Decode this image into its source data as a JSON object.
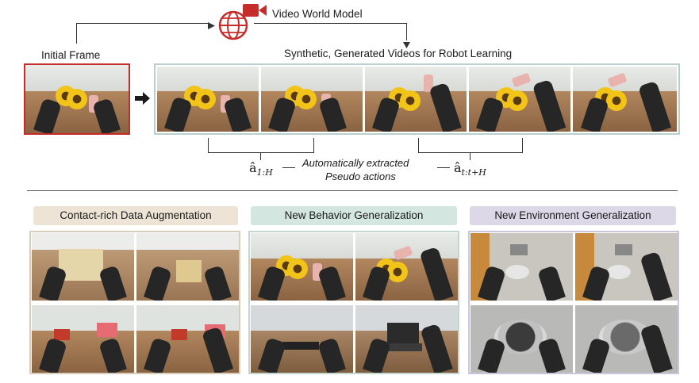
{
  "top": {
    "model_label": "Video World Model",
    "initial_label": "Initial Frame",
    "synthetic_label": "Synthetic, Generated Videos for Robot Learning"
  },
  "actions": {
    "left_symbol": "â",
    "left_sub": "1:H",
    "text_line1": "Automatically extracted",
    "text_line2": "Pseudo actions",
    "right_symbol": "â",
    "right_sub": "t:t+H"
  },
  "sections": [
    {
      "title": "Contact-rich Data Augmentation",
      "pill_color": "#ede4d6",
      "border_color": "#d8cdb9"
    },
    {
      "title": "New Behavior Generalization",
      "pill_color": "#d3e6df",
      "border_color": "#c3d7cf"
    },
    {
      "title": "New Environment Generalization",
      "pill_color": "#dcd8e8",
      "border_color": "#cac5db"
    }
  ],
  "colors": {
    "globe": "#c62d2a",
    "initial_border": "#c62d2a",
    "strip_border": "#b9cfcb"
  }
}
